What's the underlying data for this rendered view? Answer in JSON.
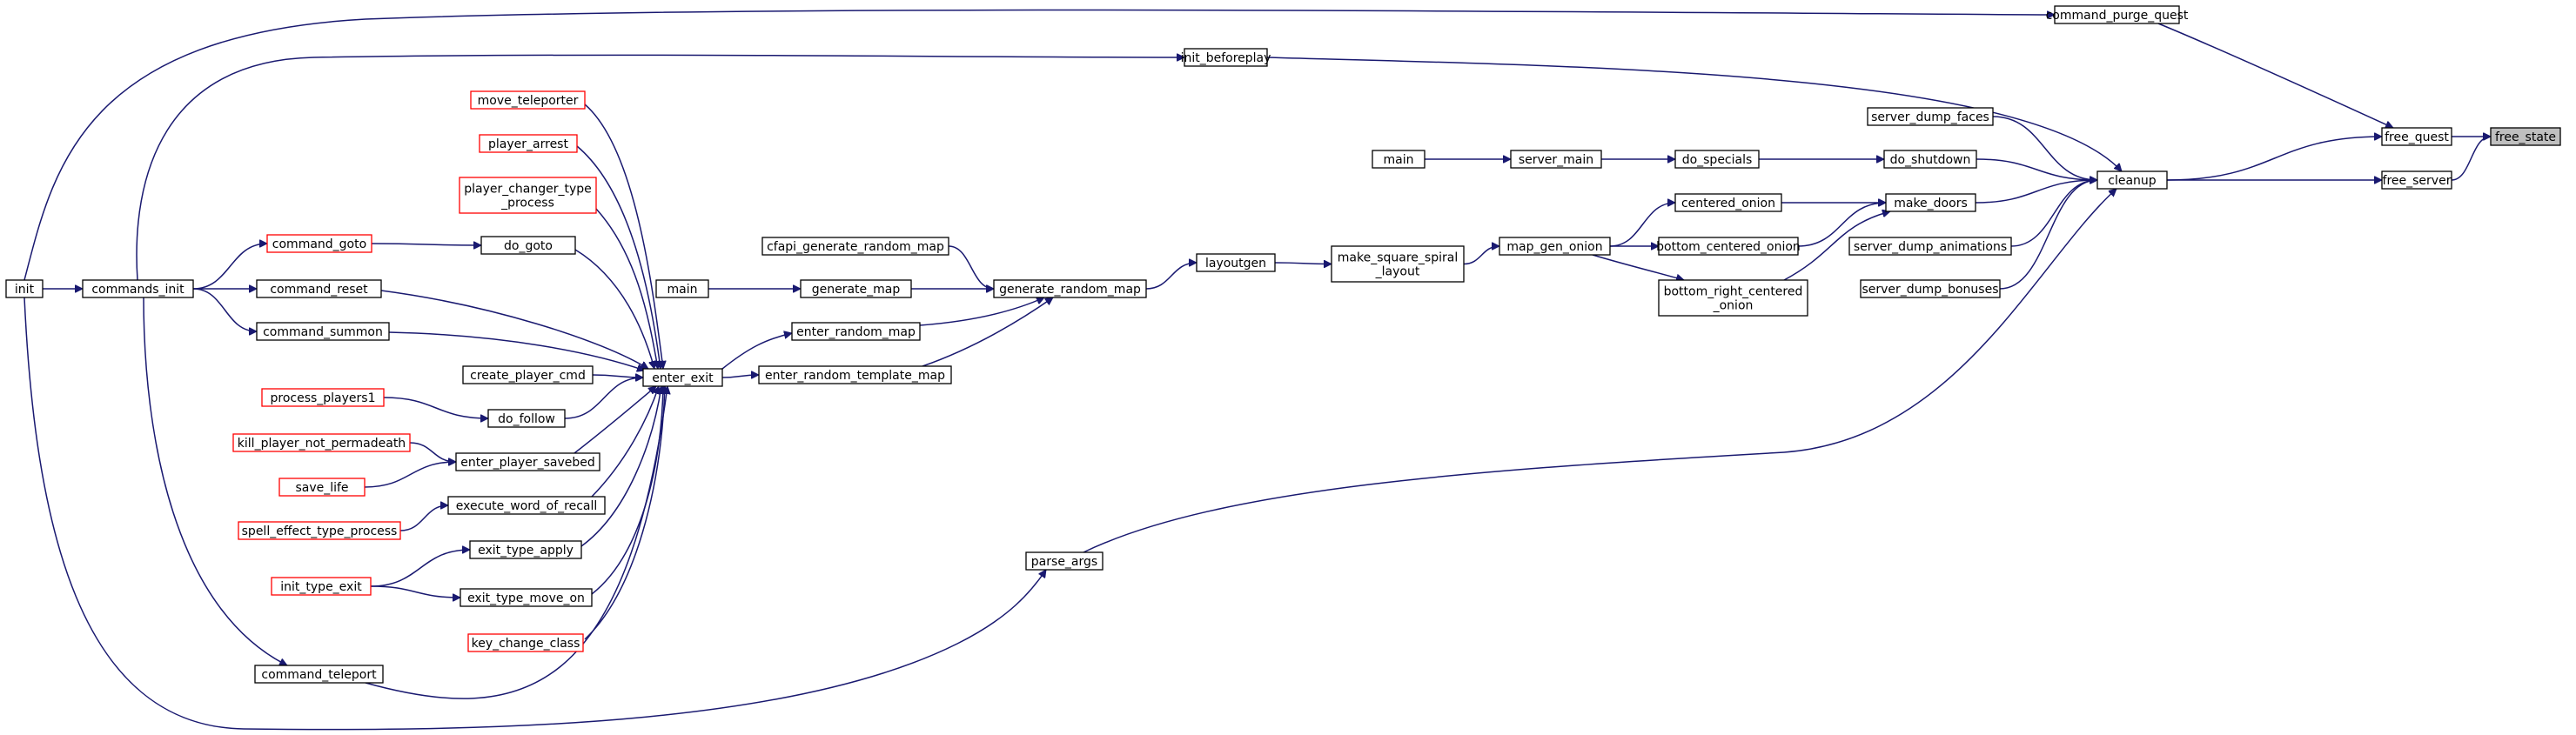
{
  "diagram": {
    "type": "call-graph",
    "colors": {
      "edge": "#191970",
      "node_border": "#000000",
      "truncated_node_border": "#ff0000",
      "focus_node_fill": "#bfbfbf",
      "background": "#ffffff"
    },
    "nodes": [
      {
        "id": "free_state",
        "lines": [
          "free_state"
        ],
        "style": "focus"
      },
      {
        "id": "free_quest",
        "lines": [
          "free_quest"
        ]
      },
      {
        "id": "free_server",
        "lines": [
          "free_server"
        ]
      },
      {
        "id": "command_purge_quest",
        "lines": [
          "command_purge_quest"
        ]
      },
      {
        "id": "cleanup",
        "lines": [
          "cleanup"
        ]
      },
      {
        "id": "init_beforeplay",
        "lines": [
          "init_beforeplay"
        ]
      },
      {
        "id": "server_dump_faces",
        "lines": [
          "server_dump_faces"
        ]
      },
      {
        "id": "do_shutdown",
        "lines": [
          "do_shutdown"
        ]
      },
      {
        "id": "make_doors",
        "lines": [
          "make_doors"
        ]
      },
      {
        "id": "server_dump_animations",
        "lines": [
          "server_dump_animations"
        ]
      },
      {
        "id": "server_dump_bonuses",
        "lines": [
          "server_dump_bonuses"
        ]
      },
      {
        "id": "do_specials",
        "lines": [
          "do_specials"
        ]
      },
      {
        "id": "server_main",
        "lines": [
          "server_main"
        ]
      },
      {
        "id": "main_1",
        "lines": [
          "main"
        ]
      },
      {
        "id": "centered_onion",
        "lines": [
          "centered_onion"
        ]
      },
      {
        "id": "bottom_centered_onion",
        "lines": [
          "bottom_centered_onion"
        ]
      },
      {
        "id": "bottom_right_centered_onion",
        "lines": [
          "bottom_right_centered",
          "_onion"
        ]
      },
      {
        "id": "map_gen_onion",
        "lines": [
          "map_gen_onion"
        ]
      },
      {
        "id": "make_square_spiral_layout",
        "lines": [
          "make_square_spiral",
          "_layout"
        ]
      },
      {
        "id": "layoutgen",
        "lines": [
          "layoutgen"
        ]
      },
      {
        "id": "generate_random_map",
        "lines": [
          "generate_random_map"
        ]
      },
      {
        "id": "cfapi_generate_random_map",
        "lines": [
          "cfapi_generate_random_map"
        ]
      },
      {
        "id": "generate_map",
        "lines": [
          "generate_map"
        ]
      },
      {
        "id": "main_2",
        "lines": [
          "main"
        ]
      },
      {
        "id": "enter_random_map",
        "lines": [
          "enter_random_map"
        ]
      },
      {
        "id": "enter_random_template_map",
        "lines": [
          "enter_random_template_map"
        ]
      },
      {
        "id": "enter_exit",
        "lines": [
          "enter_exit"
        ]
      },
      {
        "id": "move_teleporter",
        "lines": [
          "move_teleporter"
        ],
        "style": "truncated"
      },
      {
        "id": "player_arrest",
        "lines": [
          "player_arrest"
        ],
        "style": "truncated"
      },
      {
        "id": "player_changer_type_process",
        "lines": [
          "player_changer_type",
          "_process"
        ],
        "style": "truncated"
      },
      {
        "id": "do_goto",
        "lines": [
          "do_goto"
        ]
      },
      {
        "id": "command_goto",
        "lines": [
          "command_goto"
        ],
        "style": "truncated"
      },
      {
        "id": "command_reset",
        "lines": [
          "command_reset"
        ]
      },
      {
        "id": "command_summon",
        "lines": [
          "command_summon"
        ]
      },
      {
        "id": "create_player_cmd",
        "lines": [
          "create_player_cmd"
        ]
      },
      {
        "id": "do_follow",
        "lines": [
          "do_follow"
        ]
      },
      {
        "id": "process_players1",
        "lines": [
          "process_players1"
        ],
        "style": "truncated"
      },
      {
        "id": "enter_player_savebed",
        "lines": [
          "enter_player_savebed"
        ]
      },
      {
        "id": "kill_player_not_permadeath",
        "lines": [
          "kill_player_not_permadeath"
        ],
        "style": "truncated"
      },
      {
        "id": "save_life",
        "lines": [
          "save_life"
        ],
        "style": "truncated"
      },
      {
        "id": "execute_word_of_recall",
        "lines": [
          "execute_word_of_recall"
        ]
      },
      {
        "id": "spell_effect_type_process",
        "lines": [
          "spell_effect_type_process"
        ],
        "style": "truncated"
      },
      {
        "id": "exit_type_apply",
        "lines": [
          "exit_type_apply"
        ]
      },
      {
        "id": "init_type_exit",
        "lines": [
          "init_type_exit"
        ],
        "style": "truncated"
      },
      {
        "id": "exit_type_move_on",
        "lines": [
          "exit_type_move_on"
        ]
      },
      {
        "id": "key_change_class",
        "lines": [
          "key_change_class"
        ],
        "style": "truncated"
      },
      {
        "id": "command_teleport",
        "lines": [
          "command_teleport"
        ]
      },
      {
        "id": "commands_init",
        "lines": [
          "commands_init"
        ]
      },
      {
        "id": "init",
        "lines": [
          "init"
        ]
      },
      {
        "id": "parse_args",
        "lines": [
          "parse_args"
        ]
      }
    ],
    "edges": [
      {
        "from": "free_quest",
        "to": "free_state"
      },
      {
        "from": "free_server",
        "to": "free_state"
      },
      {
        "from": "command_purge_quest",
        "to": "free_quest"
      },
      {
        "from": "cleanup",
        "to": "free_quest"
      },
      {
        "from": "cleanup",
        "to": "free_server"
      },
      {
        "from": "init_beforeplay",
        "to": "cleanup"
      },
      {
        "from": "server_dump_faces",
        "to": "cleanup"
      },
      {
        "from": "do_shutdown",
        "to": "cleanup"
      },
      {
        "from": "make_doors",
        "to": "cleanup"
      },
      {
        "from": "server_dump_animations",
        "to": "cleanup"
      },
      {
        "from": "server_dump_bonuses",
        "to": "cleanup"
      },
      {
        "from": "parse_args",
        "to": "cleanup"
      },
      {
        "from": "do_specials",
        "to": "do_shutdown"
      },
      {
        "from": "server_main",
        "to": "do_specials"
      },
      {
        "from": "main_1",
        "to": "server_main"
      },
      {
        "from": "centered_onion",
        "to": "make_doors"
      },
      {
        "from": "bottom_centered_onion",
        "to": "make_doors"
      },
      {
        "from": "bottom_right_centered_onion",
        "to": "make_doors"
      },
      {
        "from": "map_gen_onion",
        "to": "centered_onion"
      },
      {
        "from": "map_gen_onion",
        "to": "bottom_centered_onion"
      },
      {
        "from": "map_gen_onion",
        "to": "bottom_right_centered_onion"
      },
      {
        "from": "make_square_spiral_layout",
        "to": "map_gen_onion"
      },
      {
        "from": "layoutgen",
        "to": "make_square_spiral_layout"
      },
      {
        "from": "generate_random_map",
        "to": "layoutgen"
      },
      {
        "from": "cfapi_generate_random_map",
        "to": "generate_random_map"
      },
      {
        "from": "generate_map",
        "to": "generate_random_map"
      },
      {
        "from": "enter_random_map",
        "to": "generate_random_map"
      },
      {
        "from": "enter_random_template_map",
        "to": "generate_random_map"
      },
      {
        "from": "main_2",
        "to": "generate_map"
      },
      {
        "from": "enter_exit",
        "to": "enter_random_map"
      },
      {
        "from": "enter_exit",
        "to": "enter_random_template_map"
      },
      {
        "from": "move_teleporter",
        "to": "enter_exit"
      },
      {
        "from": "player_arrest",
        "to": "enter_exit"
      },
      {
        "from": "player_changer_type_process",
        "to": "enter_exit"
      },
      {
        "from": "do_goto",
        "to": "enter_exit"
      },
      {
        "from": "command_reset",
        "to": "enter_exit"
      },
      {
        "from": "command_summon",
        "to": "enter_exit"
      },
      {
        "from": "create_player_cmd",
        "to": "enter_exit"
      },
      {
        "from": "do_follow",
        "to": "enter_exit"
      },
      {
        "from": "enter_player_savebed",
        "to": "enter_exit"
      },
      {
        "from": "execute_word_of_recall",
        "to": "enter_exit"
      },
      {
        "from": "exit_type_apply",
        "to": "enter_exit"
      },
      {
        "from": "exit_type_move_on",
        "to": "enter_exit"
      },
      {
        "from": "key_change_class",
        "to": "enter_exit"
      },
      {
        "from": "command_teleport",
        "to": "enter_exit"
      },
      {
        "from": "command_goto",
        "to": "do_goto"
      },
      {
        "from": "commands_init",
        "to": "command_goto"
      },
      {
        "from": "commands_init",
        "to": "command_reset"
      },
      {
        "from": "commands_init",
        "to": "command_summon"
      },
      {
        "from": "commands_init",
        "to": "command_teleport"
      },
      {
        "from": "commands_init",
        "to": "init_beforeplay"
      },
      {
        "from": "process_players1",
        "to": "do_follow"
      },
      {
        "from": "kill_player_not_permadeath",
        "to": "enter_player_savebed"
      },
      {
        "from": "save_life",
        "to": "enter_player_savebed"
      },
      {
        "from": "spell_effect_type_process",
        "to": "execute_word_of_recall"
      },
      {
        "from": "init_type_exit",
        "to": "exit_type_apply"
      },
      {
        "from": "init_type_exit",
        "to": "exit_type_move_on"
      },
      {
        "from": "init",
        "to": "commands_init"
      },
      {
        "from": "init",
        "to": "command_purge_quest"
      },
      {
        "from": "init",
        "to": "parse_args"
      }
    ]
  }
}
